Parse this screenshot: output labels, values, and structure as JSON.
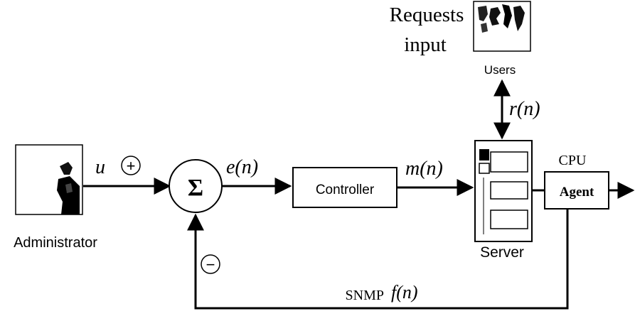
{
  "requests_text": {
    "line1": "Requests",
    "line2": "input"
  },
  "users_label": "Users",
  "administrator_label": "Administrator",
  "server_label": "Server",
  "controller_label": "Controller",
  "agent_label": "Agent",
  "cpu_label": "CPU",
  "sum_symbol": "Σ",
  "plus_sign": "+",
  "minus_sign": "−",
  "signals": {
    "u": "u",
    "e": "e(n)",
    "m": "m(n)",
    "r": "r(n)",
    "f": "f(n)",
    "snmp": "SNMP"
  },
  "icons": {
    "users": "users-photo-icon",
    "administrator": "administrator-photo-icon",
    "server": "server-tower-icon"
  }
}
